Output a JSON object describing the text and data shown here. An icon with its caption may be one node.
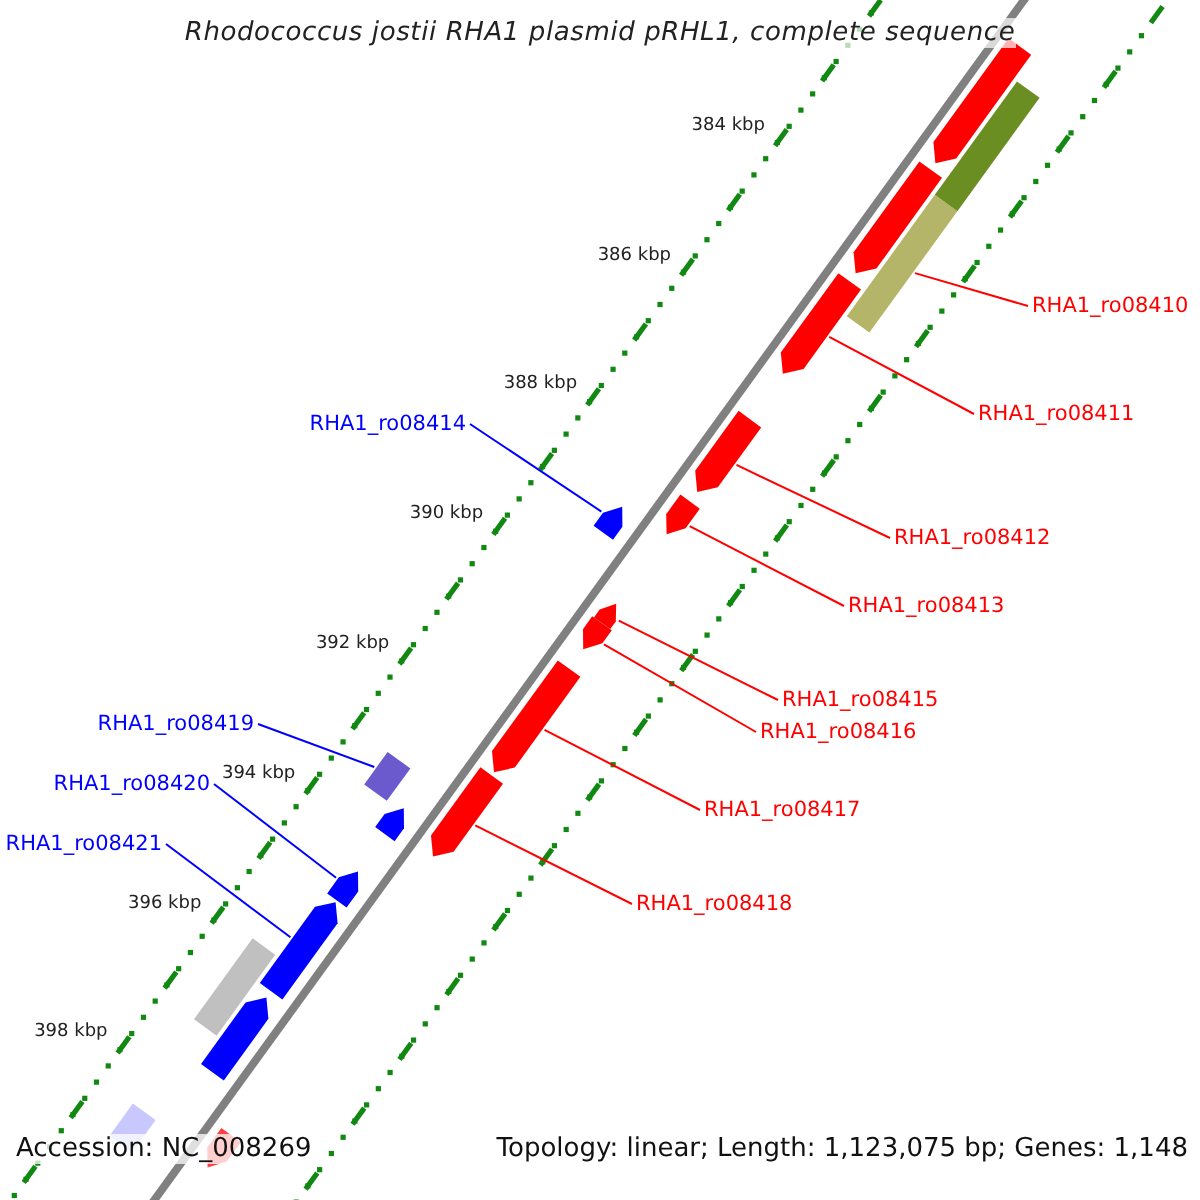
{
  "diagram": {
    "title": "Rhodococcus jostii RHA1 plasmid pRHL1, complete sequence",
    "nodes": [
      {
        "text": [
          "RHA1_ro08410"
        ]
      },
      {
        "text": [],
        "shape": "bar"
      },
      {
        "text": [
          "RHA1_ro08411"
        ]
      },
      {
        "text": [],
        "shape": "arrow"
      },
      {
        "text": [
          "RHA1_ro08414"
        ]
      },
      {
        "text": [],
        "shape": "arrow"
      },
      {
        "text": [
          "RHA1_ro08412"
        ]
      },
      {
        "text": [],
        "shape": "arrow"
      },
      {
        "text": [
          "RHA1_ro08413"
        ]
      },
      {
        "text": [],
        "shape": "arrow"
      },
      {
        "text": [
          "RHA1_ro08415"
        ]
      },
      {
        "text": [],
        "shape": "arrow"
      },
      {
        "text": [
          "RHA1_ro08419"
        ]
      },
      {
        "text": [],
        "shape": "bar"
      },
      {
        "text": [
          "RHA1_ro08416"
        ]
      },
      {
        "text": [],
        "shape": "arrow"
      },
      {
        "text": [
          "RHA1_ro08420"
        ]
      },
      {
        "text": [],
        "shape": "arrow"
      },
      {
        "text": [
          "RHA1_ro08417"
        ]
      },
      {
        "text": [],
        "shape": "arrow"
      },
      {
        "text": [
          "RHA1_ro08421"
        ]
      },
      {
        "text": [],
        "shape": "arrow"
      },
      {
        "text": [
          "RHA1_ro08418"
        ]
      },
      {
        "text": [],
        "shape": "arrow"
      },
      {
        "text": [],
        "shape": "arrow"
      },
      {
        "text": [],
        "shape": "bar"
      },
      {
        "text": [],
        "shape": "arrow"
      },
      {
        "text": [],
        "shape": "arrow"
      },
      {
        "text": [],
        "shape": "bar"
      },
      {
        "text": [],
        "shape": "arrow"
      },
      {
        "text": [],
        "shape": "arrow"
      },
      {
        "text": [],
        "shape": "bar"
      }
    ],
    "edges": [
      {
        "from": 0,
        "to": 1,
        "arrow": "none"
      },
      {
        "from": 2,
        "to": 3,
        "arrow": "none"
      },
      {
        "from": 4,
        "to": 5,
        "arrow": "none",
        "color": "#0000ff"
      },
      {
        "from": 6,
        "to": 7,
        "arrow": "none"
      },
      {
        "from": 8,
        "to": 9,
        "arrow": "none"
      },
      {
        "from": 10,
        "to": 11,
        "arrow": "none"
      },
      {
        "from": 12,
        "to": 13,
        "arrow": "none",
        "color": "#0000ff"
      },
      {
        "from": 14,
        "to": 15,
        "arrow": "none"
      },
      {
        "from": 16,
        "to": 17,
        "arrow": "none",
        "color": "#0000ff"
      },
      {
        "from": 18,
        "to": 19,
        "arrow": "none"
      },
      {
        "from": 20,
        "to": 21,
        "arrow": "none",
        "color": "#0000ff"
      },
      {
        "from": 22,
        "to": 23,
        "arrow": "none"
      }
    ],
    "labels": [
      "384 kbp",
      "386 kbp",
      "388 kbp",
      "390 kbp",
      "392 kbp",
      "394 kbp",
      "396 kbp",
      "398 kbp",
      "Accession: NC_008269",
      "Topology: linear; Length: 1,123,075 bp; Genes: 1,148"
    ]
  }
}
